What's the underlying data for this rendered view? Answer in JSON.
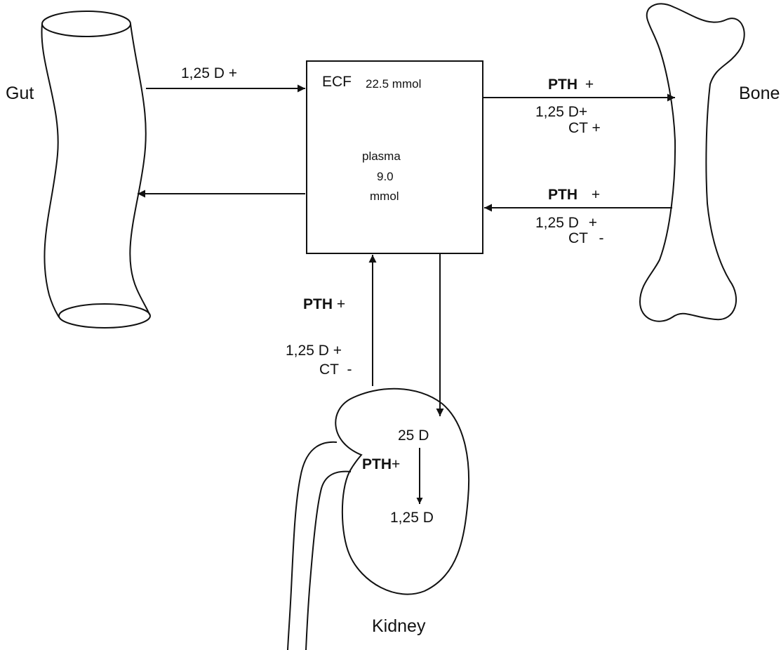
{
  "organs": {
    "gut": "Gut",
    "bone": "Bone",
    "kidney": "Kidney"
  },
  "ecf_box": {
    "ecf": "ECF",
    "ecf_amount": "22.5 mmol",
    "plasma_label": "plasma",
    "plasma_value": "9.0",
    "plasma_unit": "mmol"
  },
  "gut_arrow": {
    "d_label": "1,25 D",
    "d_sign": "+"
  },
  "bone_in_arrow": {
    "pth_label": "PTH",
    "pth_sign": "+",
    "d_label": "1,25 D",
    "d_sign": "+",
    "ct_label": "CT",
    "ct_sign": "+"
  },
  "bone_out_arrow": {
    "pth_label": "PTH",
    "pth_sign": "+",
    "d_label": "1,25 D",
    "d_sign": "+",
    "ct_label": "CT",
    "ct_sign": "-"
  },
  "kidney_reabsorb_arrow": {
    "pth_label": "PTH",
    "pth_sign": "+",
    "d_label": "1,25 D",
    "d_sign": "+",
    "ct_label": "CT",
    "ct_sign": "-"
  },
  "kidney_conversion": {
    "source": "25 D",
    "pth_label": "PTH",
    "pth_sign": "+",
    "product": "1,25 D"
  }
}
